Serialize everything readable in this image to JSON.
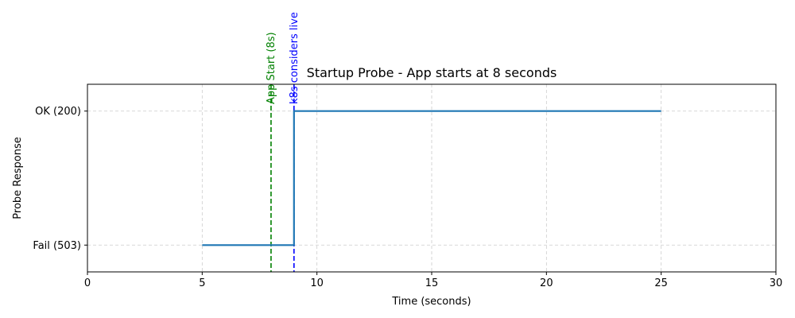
{
  "chart_data": {
    "type": "line",
    "title": "Startup Probe - App starts at 8 seconds",
    "xlabel": "Time (seconds)",
    "ylabel": "Probe Response",
    "xlim": [
      0,
      30
    ],
    "ylim": [
      -0.2,
      1.2
    ],
    "xticks": [
      0,
      5,
      10,
      15,
      20,
      25,
      30
    ],
    "yticks": [
      {
        "value": 0,
        "label": "Fail (503)"
      },
      {
        "value": 1,
        "label": "OK (200)"
      }
    ],
    "grid": true,
    "series": [
      {
        "color": "#1f77b4",
        "x": [
          5,
          9,
          9,
          25
        ],
        "y": [
          0,
          0,
          1,
          1
        ]
      }
    ],
    "vlines": [
      {
        "x": 8,
        "label": "App Start (8s)",
        "color": "#008000"
      },
      {
        "x": 9,
        "label": "k8s considers live",
        "color": "#0000ff"
      }
    ]
  }
}
